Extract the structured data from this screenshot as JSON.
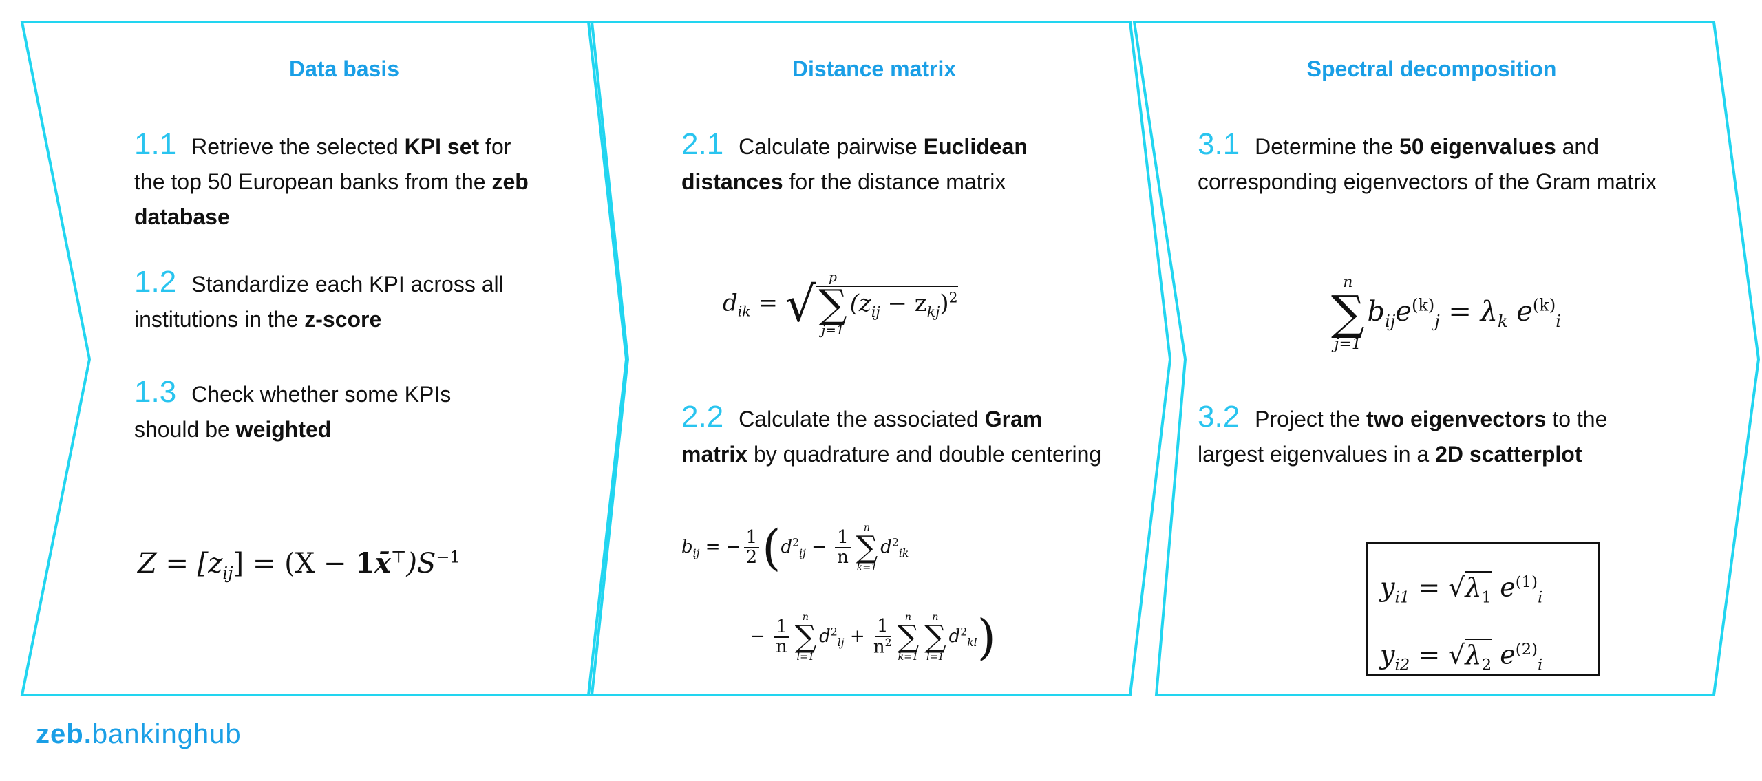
{
  "colors": {
    "frame": "#22d5f0",
    "heading": "#1a9fe6",
    "number": "#29c4ef"
  },
  "panels": [
    {
      "title": "Data basis",
      "steps": [
        {
          "num": "1.1",
          "parts": [
            "Retrieve the selected ",
            "KPI set",
            " for the top 50 European banks from the ",
            "zeb database"
          ]
        },
        {
          "num": "1.2",
          "parts": [
            "Standardize each KPI across all institutions in the ",
            "z-score"
          ]
        },
        {
          "num": "1.3",
          "parts": [
            "Check whether some KPIs should be ",
            "weighted"
          ]
        }
      ],
      "formula": {
        "lhs": "Z = [z",
        "sub": "ij",
        "mid": "] = (X − ",
        "bold1": "1",
        "xbar": "x̄",
        "T": "⊤",
        "end": ")S",
        "inv": "−1"
      }
    },
    {
      "title": "Distance matrix",
      "steps": [
        {
          "num": "2.1",
          "parts": [
            "Calculate pairwise ",
            "Euclidean distances",
            " for the distance matrix"
          ]
        },
        {
          "num": "2.2",
          "parts": [
            "Calculate the associated ",
            "Gram matrix",
            " by quadrature and double centering"
          ]
        }
      ],
      "formula1": {
        "lhs": "d",
        "lhs_sub": "ik",
        "eq": " = ",
        "root": "√",
        "sum_top": "p",
        "sum": "∑",
        "sum_bot": "j=1",
        "body": "(z",
        "s1": "ij",
        "minus": " − z",
        "s2": "kj",
        "close": ")",
        "sq": "2"
      },
      "formula2": {
        "lhs": "b",
        "lhs_sub": "ij",
        "eq": " = −",
        "half_n": "1",
        "half_d": "2",
        "paren": "(",
        "d": "d",
        "sq": "2",
        "s_ij": "ij",
        "minus": " − ",
        "one": "1",
        "n": "n",
        "sum": "∑",
        "top": "n",
        "k1": "k=1",
        "l1": "l=1",
        "s_ik": "ik",
        "s_lj": "lj",
        "s_kl": "kl",
        "plus": " + ",
        "n2": "n",
        "closep": ")"
      }
    },
    {
      "title": "Spectral decomposition",
      "steps": [
        {
          "num": "3.1",
          "parts": [
            "Determine the ",
            "50 eigenvalues",
            " and corresponding eigenvectors of the Gram matrix"
          ]
        },
        {
          "num": "3.2",
          "parts": [
            "Project the ",
            "two eigenvectors",
            " to the largest eigenvalues in a ",
            "2D scatterplot"
          ]
        }
      ],
      "formula1": {
        "sum_top": "n",
        "sum": "∑",
        "sum_bot": "j=1",
        "b": "b",
        "s_ij": "ij",
        "e": "e",
        "s_j": "j",
        "k": "(k)",
        "eq": " = λ",
        "s_k": "k",
        "s_i": "i"
      },
      "formula2": {
        "y": "y",
        "s1": "i1",
        "s2": "i2",
        "eq": " = ",
        "root": "√",
        "lam": "λ",
        "one": "1",
        "two": "2",
        "e": "e",
        "i": "i",
        "p1": "(1)",
        "p2": "(2)"
      }
    }
  ],
  "logo": {
    "brand": "zeb",
    "sep": ".",
    "product": "bankinghub"
  }
}
